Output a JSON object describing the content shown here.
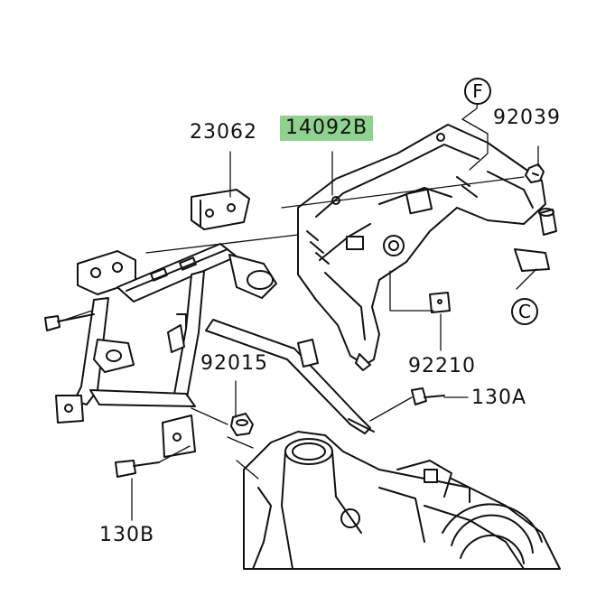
{
  "parts": {
    "p23062": "23062",
    "p14092B": "14092B",
    "p92039": "92039",
    "p92015": "92015",
    "p92210": "92210",
    "p130A": "130A",
    "p130B": "130B"
  },
  "callouts": {
    "F": "F",
    "C": "C"
  },
  "colors": {
    "line": "#111111",
    "highlight": "#8fd18f",
    "background": "#ffffff"
  }
}
